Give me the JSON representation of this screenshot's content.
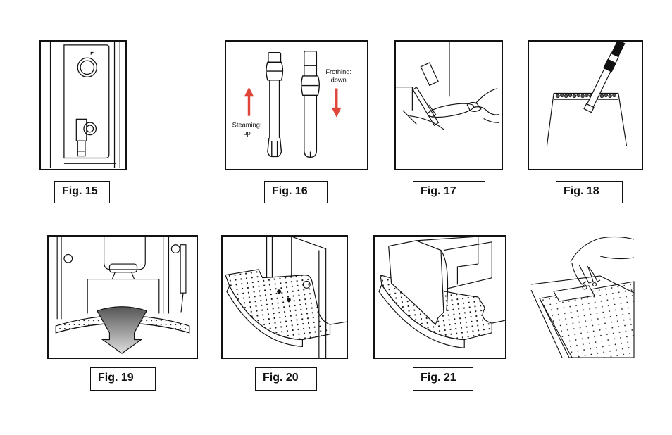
{
  "figures": [
    {
      "caption": "Fig. 15"
    },
    {
      "caption": "Fig. 16",
      "labels": {
        "steaming": "Steaming:",
        "steaming_dir": "up",
        "frothing": "Frothing:",
        "frothing_dir": "down"
      }
    },
    {
      "caption": "Fig. 17"
    },
    {
      "caption": "Fig. 18"
    },
    {
      "caption": "Fig. 19"
    },
    {
      "caption": "Fig. 20"
    },
    {
      "caption": "Fig. 21"
    }
  ],
  "colors": {
    "arrow": "#e0453a",
    "line": "#111111"
  }
}
